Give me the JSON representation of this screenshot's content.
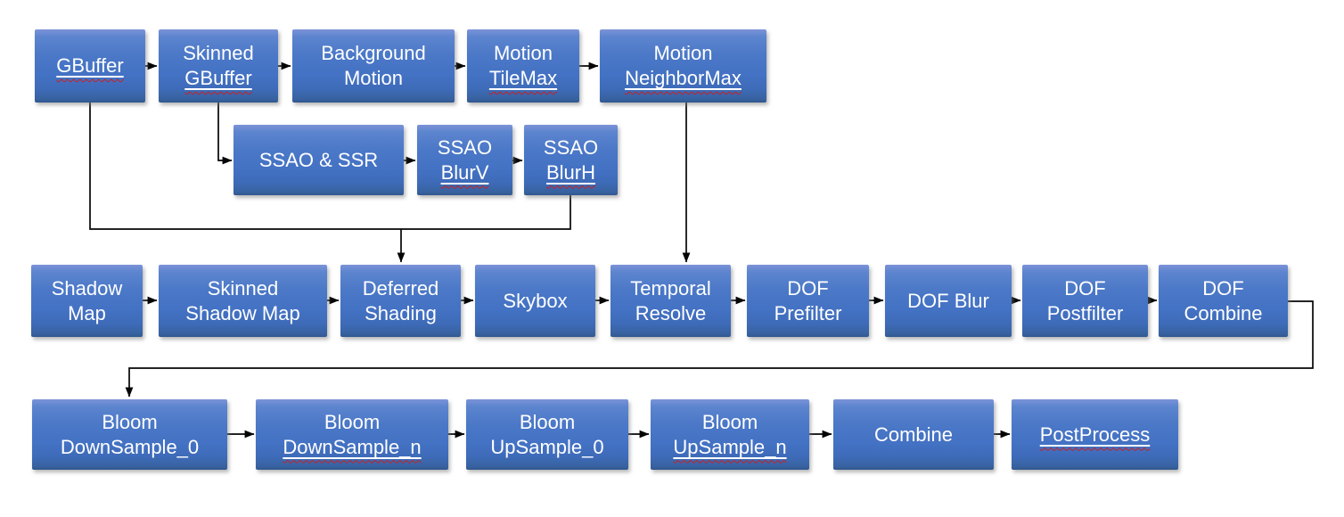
{
  "diagram": {
    "colors": {
      "node_fill_top": "#7b93d8",
      "node_fill_mid": "#4472c4",
      "node_fill_bottom": "#30568e",
      "node_text": "#ffffff",
      "connector": "#050505",
      "underline": "#ffffff",
      "spellcheck_squiggle": "#cc1f1f",
      "background": "#ffffff"
    },
    "nodes": {
      "gbuffer": {
        "line1": "GBuffer"
      },
      "skinned_gbuffer": {
        "line1": "Skinned",
        "line2": "GBuffer"
      },
      "background_motion": {
        "line1": "Background",
        "line2": "Motion"
      },
      "motion_tilemax": {
        "line1": "Motion",
        "line2": "TileMax"
      },
      "motion_neighbormax": {
        "line1": "Motion",
        "line2": "NeighborMax"
      },
      "ssao_ssr": {
        "line1": "SSAO & SSR"
      },
      "ssao_blurv": {
        "line1": "SSAO",
        "line2": "BlurV"
      },
      "ssao_blurh": {
        "line1": "SSAO",
        "line2": "BlurH"
      },
      "shadow_map": {
        "line1": "Shadow",
        "line2": "Map"
      },
      "skinned_shadow_map": {
        "line1": "Skinned",
        "line2": "Shadow Map"
      },
      "deferred_shading": {
        "line1": "Deferred",
        "line2": "Shading"
      },
      "skybox": {
        "line1": "Skybox"
      },
      "temporal_resolve": {
        "line1": "Temporal",
        "line2": "Resolve"
      },
      "dof_prefilter": {
        "line1": "DOF",
        "line2": "Prefilter"
      },
      "dof_blur": {
        "line1": "DOF Blur"
      },
      "dof_postfilter": {
        "line1": "DOF",
        "line2": "Postfilter"
      },
      "dof_combine": {
        "line1": "DOF",
        "line2": "Combine"
      },
      "bloom_downsample_0": {
        "line1": "Bloom",
        "line2": "DownSample_0"
      },
      "bloom_downsample_n": {
        "line1": "Bloom",
        "line2": "DownSample_n"
      },
      "bloom_upsample_0": {
        "line1": "Bloom",
        "line2": "UpSample_0"
      },
      "bloom_upsample_n": {
        "line1": "Bloom",
        "line2": "UpSample_n"
      },
      "combine": {
        "line1": "Combine"
      },
      "postprocess": {
        "line1": "PostProcess"
      }
    },
    "edges": [
      {
        "from": "gbuffer",
        "to": "skinned_gbuffer"
      },
      {
        "from": "skinned_gbuffer",
        "to": "background_motion"
      },
      {
        "from": "background_motion",
        "to": "motion_tilemax"
      },
      {
        "from": "motion_tilemax",
        "to": "motion_neighbormax"
      },
      {
        "from": "skinned_gbuffer",
        "to": "ssao_ssr"
      },
      {
        "from": "ssao_ssr",
        "to": "ssao_blurv"
      },
      {
        "from": "ssao_blurv",
        "to": "ssao_blurh"
      },
      {
        "from": "gbuffer",
        "to": "deferred_shading"
      },
      {
        "from": "ssao_blurh",
        "to": "deferred_shading"
      },
      {
        "from": "motion_neighbormax",
        "to": "temporal_resolve"
      },
      {
        "from": "shadow_map",
        "to": "skinned_shadow_map"
      },
      {
        "from": "skinned_shadow_map",
        "to": "deferred_shading"
      },
      {
        "from": "deferred_shading",
        "to": "skybox"
      },
      {
        "from": "skybox",
        "to": "temporal_resolve"
      },
      {
        "from": "temporal_resolve",
        "to": "dof_prefilter"
      },
      {
        "from": "dof_prefilter",
        "to": "dof_blur"
      },
      {
        "from": "dof_blur",
        "to": "dof_postfilter"
      },
      {
        "from": "dof_postfilter",
        "to": "dof_combine"
      },
      {
        "from": "dof_combine",
        "to": "bloom_downsample_0"
      },
      {
        "from": "bloom_downsample_0",
        "to": "bloom_downsample_n"
      },
      {
        "from": "bloom_downsample_n",
        "to": "bloom_upsample_0"
      },
      {
        "from": "bloom_upsample_0",
        "to": "bloom_upsample_n"
      },
      {
        "from": "bloom_upsample_n",
        "to": "combine"
      },
      {
        "from": "combine",
        "to": "postprocess"
      }
    ]
  }
}
